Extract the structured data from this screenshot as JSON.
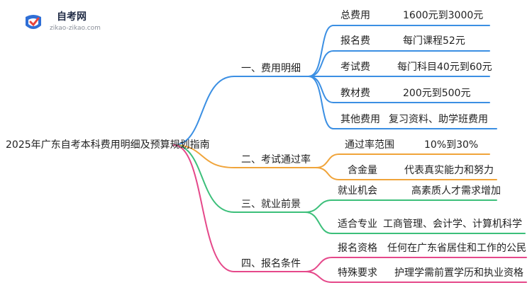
{
  "logo": {
    "title": "自考网",
    "url": "zikao-zikao.com"
  },
  "root": {
    "label": "2025年广东自考本科费用明细及预算规划指南"
  },
  "colors": {
    "blue": "#3b8fe3",
    "orange": "#f0a43a",
    "green": "#3cbf7a",
    "pink": "#e5488a"
  },
  "branches": [
    {
      "label": "一、费用明细",
      "items": [
        {
          "name": "总费用",
          "value": "1600元到3000元"
        },
        {
          "name": "报名费",
          "value": "每门课程52元"
        },
        {
          "name": "考试费",
          "value": "每门科目40元到60元"
        },
        {
          "name": "教材费",
          "value": "200元到500元"
        },
        {
          "name": "其他费用",
          "value": "复习资料、助学班费用"
        }
      ]
    },
    {
      "label": "二、考试通过率",
      "items": [
        {
          "name": "通过率范围",
          "value": "10%到30%"
        },
        {
          "name": "含金量",
          "value": "代表真实能力和努力"
        }
      ]
    },
    {
      "label": "三、就业前景",
      "items": [
        {
          "name": "就业机会",
          "value": "高素质人才需求增加"
        },
        {
          "name": "适合专业",
          "value": "工商管理、会计学、计算机科学"
        }
      ]
    },
    {
      "label": "四、报名条件",
      "items": [
        {
          "name": "报名资格",
          "value": "任何在广东省居住和工作的公民"
        },
        {
          "name": "特殊要求",
          "value": "护理学需前置学历和执业资格"
        }
      ]
    }
  ]
}
